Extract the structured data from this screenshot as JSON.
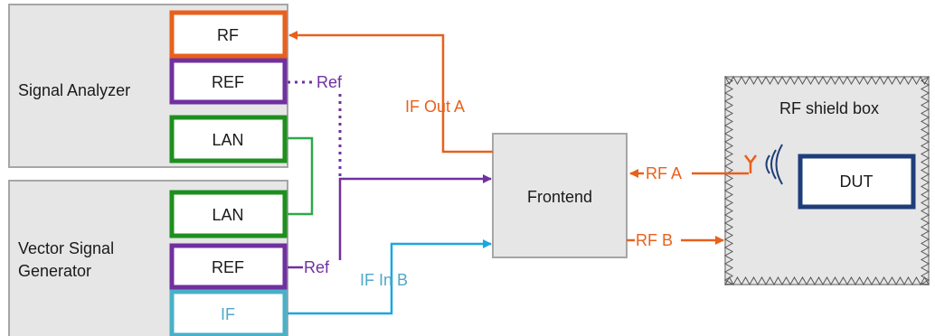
{
  "colors": {
    "orange": "#e8601c",
    "purple": "#7030a0",
    "green": "#1e8f1e",
    "cyan": "#1aa7e0",
    "if_text": "#4ea8c9",
    "dut_border": "#1f3d7a",
    "box_fill": "#e6e6e6",
    "box_border": "#a6a6a6"
  },
  "instruments": {
    "signal_analyzer": "Signal Analyzer",
    "vsg_line1": "Vector Signal",
    "vsg_line2": "Generator",
    "frontend": "Frontend",
    "shield_box": "RF shield box",
    "dut": "DUT"
  },
  "ports": {
    "sa_rf": "RF",
    "sa_ref": "REF",
    "sa_lan": "LAN",
    "vsg_lan": "LAN",
    "vsg_ref": "REF",
    "vsg_if": "IF"
  },
  "connections": {
    "if_out_a": "IF Out A",
    "ref_top": "Ref",
    "ref_bottom": "Ref",
    "if_in_b": "IF In B",
    "rf_a": "RF A",
    "rf_b": "RF B"
  },
  "icons": [
    "antenna-icon",
    "radio-waves-icon"
  ]
}
